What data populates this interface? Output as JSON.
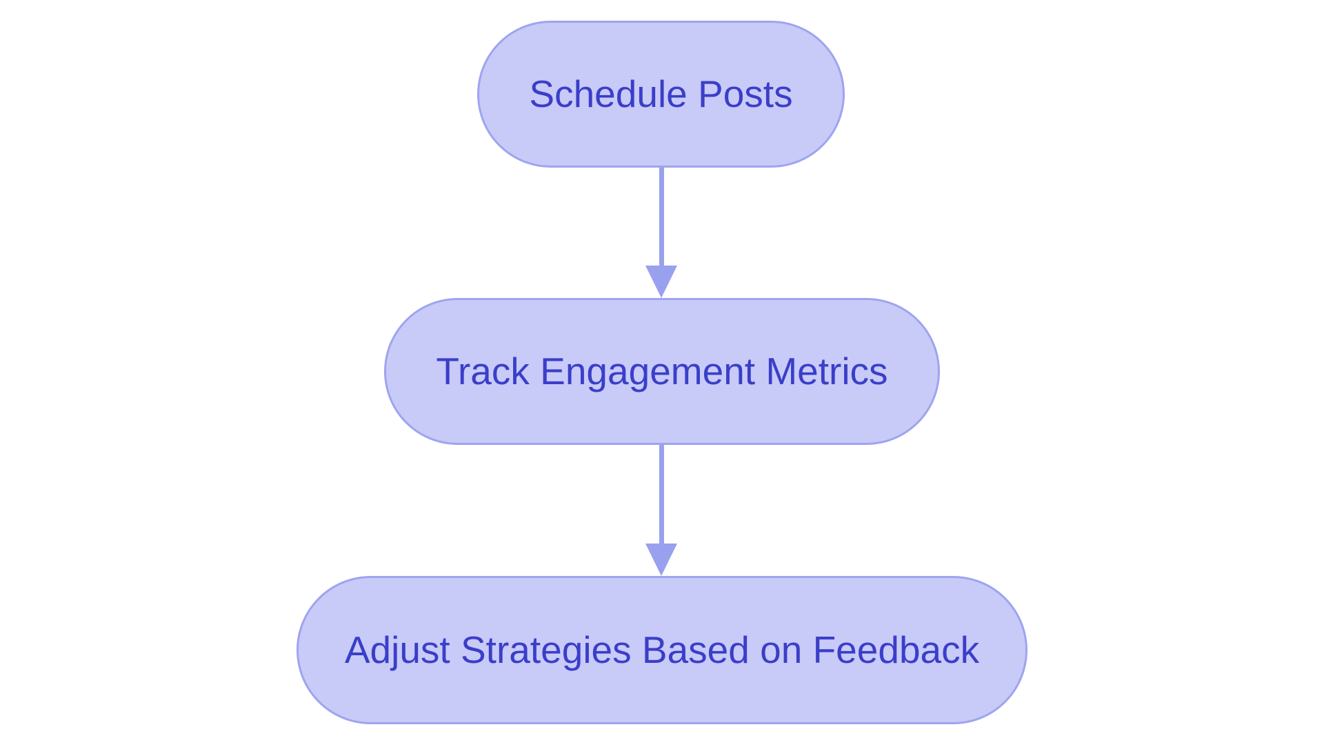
{
  "diagram": {
    "type": "flowchart",
    "direction": "top-down",
    "background_color": "#ffffff",
    "node_fill_color": "#c8caf8",
    "node_border_color": "#9ea4ef",
    "node_text_color": "#3a3ec8",
    "arrow_color": "#99a0ee",
    "nodes": [
      {
        "id": "schedule-posts",
        "label": "Schedule Posts",
        "shape": "rounded-pill"
      },
      {
        "id": "track-engagement-metrics",
        "label": "Track Engagement Metrics",
        "shape": "rounded-pill"
      },
      {
        "id": "adjust-strategies-based-on-feedback",
        "label": "Adjust Strategies Based on Feedback",
        "shape": "rounded-pill"
      }
    ],
    "edges": [
      {
        "from": "schedule-posts",
        "to": "track-engagement-metrics",
        "style": "solid-arrow-down"
      },
      {
        "from": "track-engagement-metrics",
        "to": "adjust-strategies-based-on-feedback",
        "style": "solid-arrow-down"
      }
    ]
  }
}
